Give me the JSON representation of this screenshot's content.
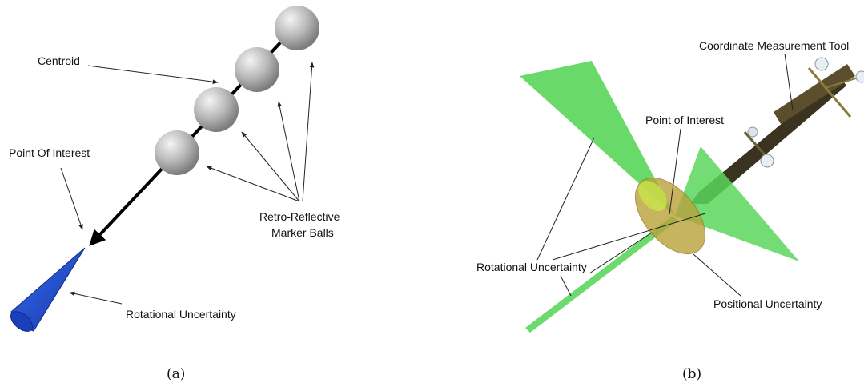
{
  "panel_a": {
    "label_centroid": "Centroid",
    "label_point_of_interest": "Point Of Interest",
    "label_marker_balls_line1": "Retro-Reflective",
    "label_marker_balls_line2": "Marker Balls",
    "label_rotational_uncertainty": "Rotational Uncertainty",
    "caption": "(a)"
  },
  "panel_b": {
    "label_tool": "Coordinate Measurement Tool",
    "label_point_of_interest": "Point of Interest",
    "label_rotational_uncertainty": "Rotational Uncertainty",
    "label_positional_uncertainty": "Positional Uncertainty",
    "caption": "(b)"
  },
  "colors": {
    "cone_blue": "#1f4fd0",
    "uncertainty_green": "#5cd65c",
    "ellipse_yellow": "#b8a23a",
    "tool_bar": "#3a3320"
  }
}
